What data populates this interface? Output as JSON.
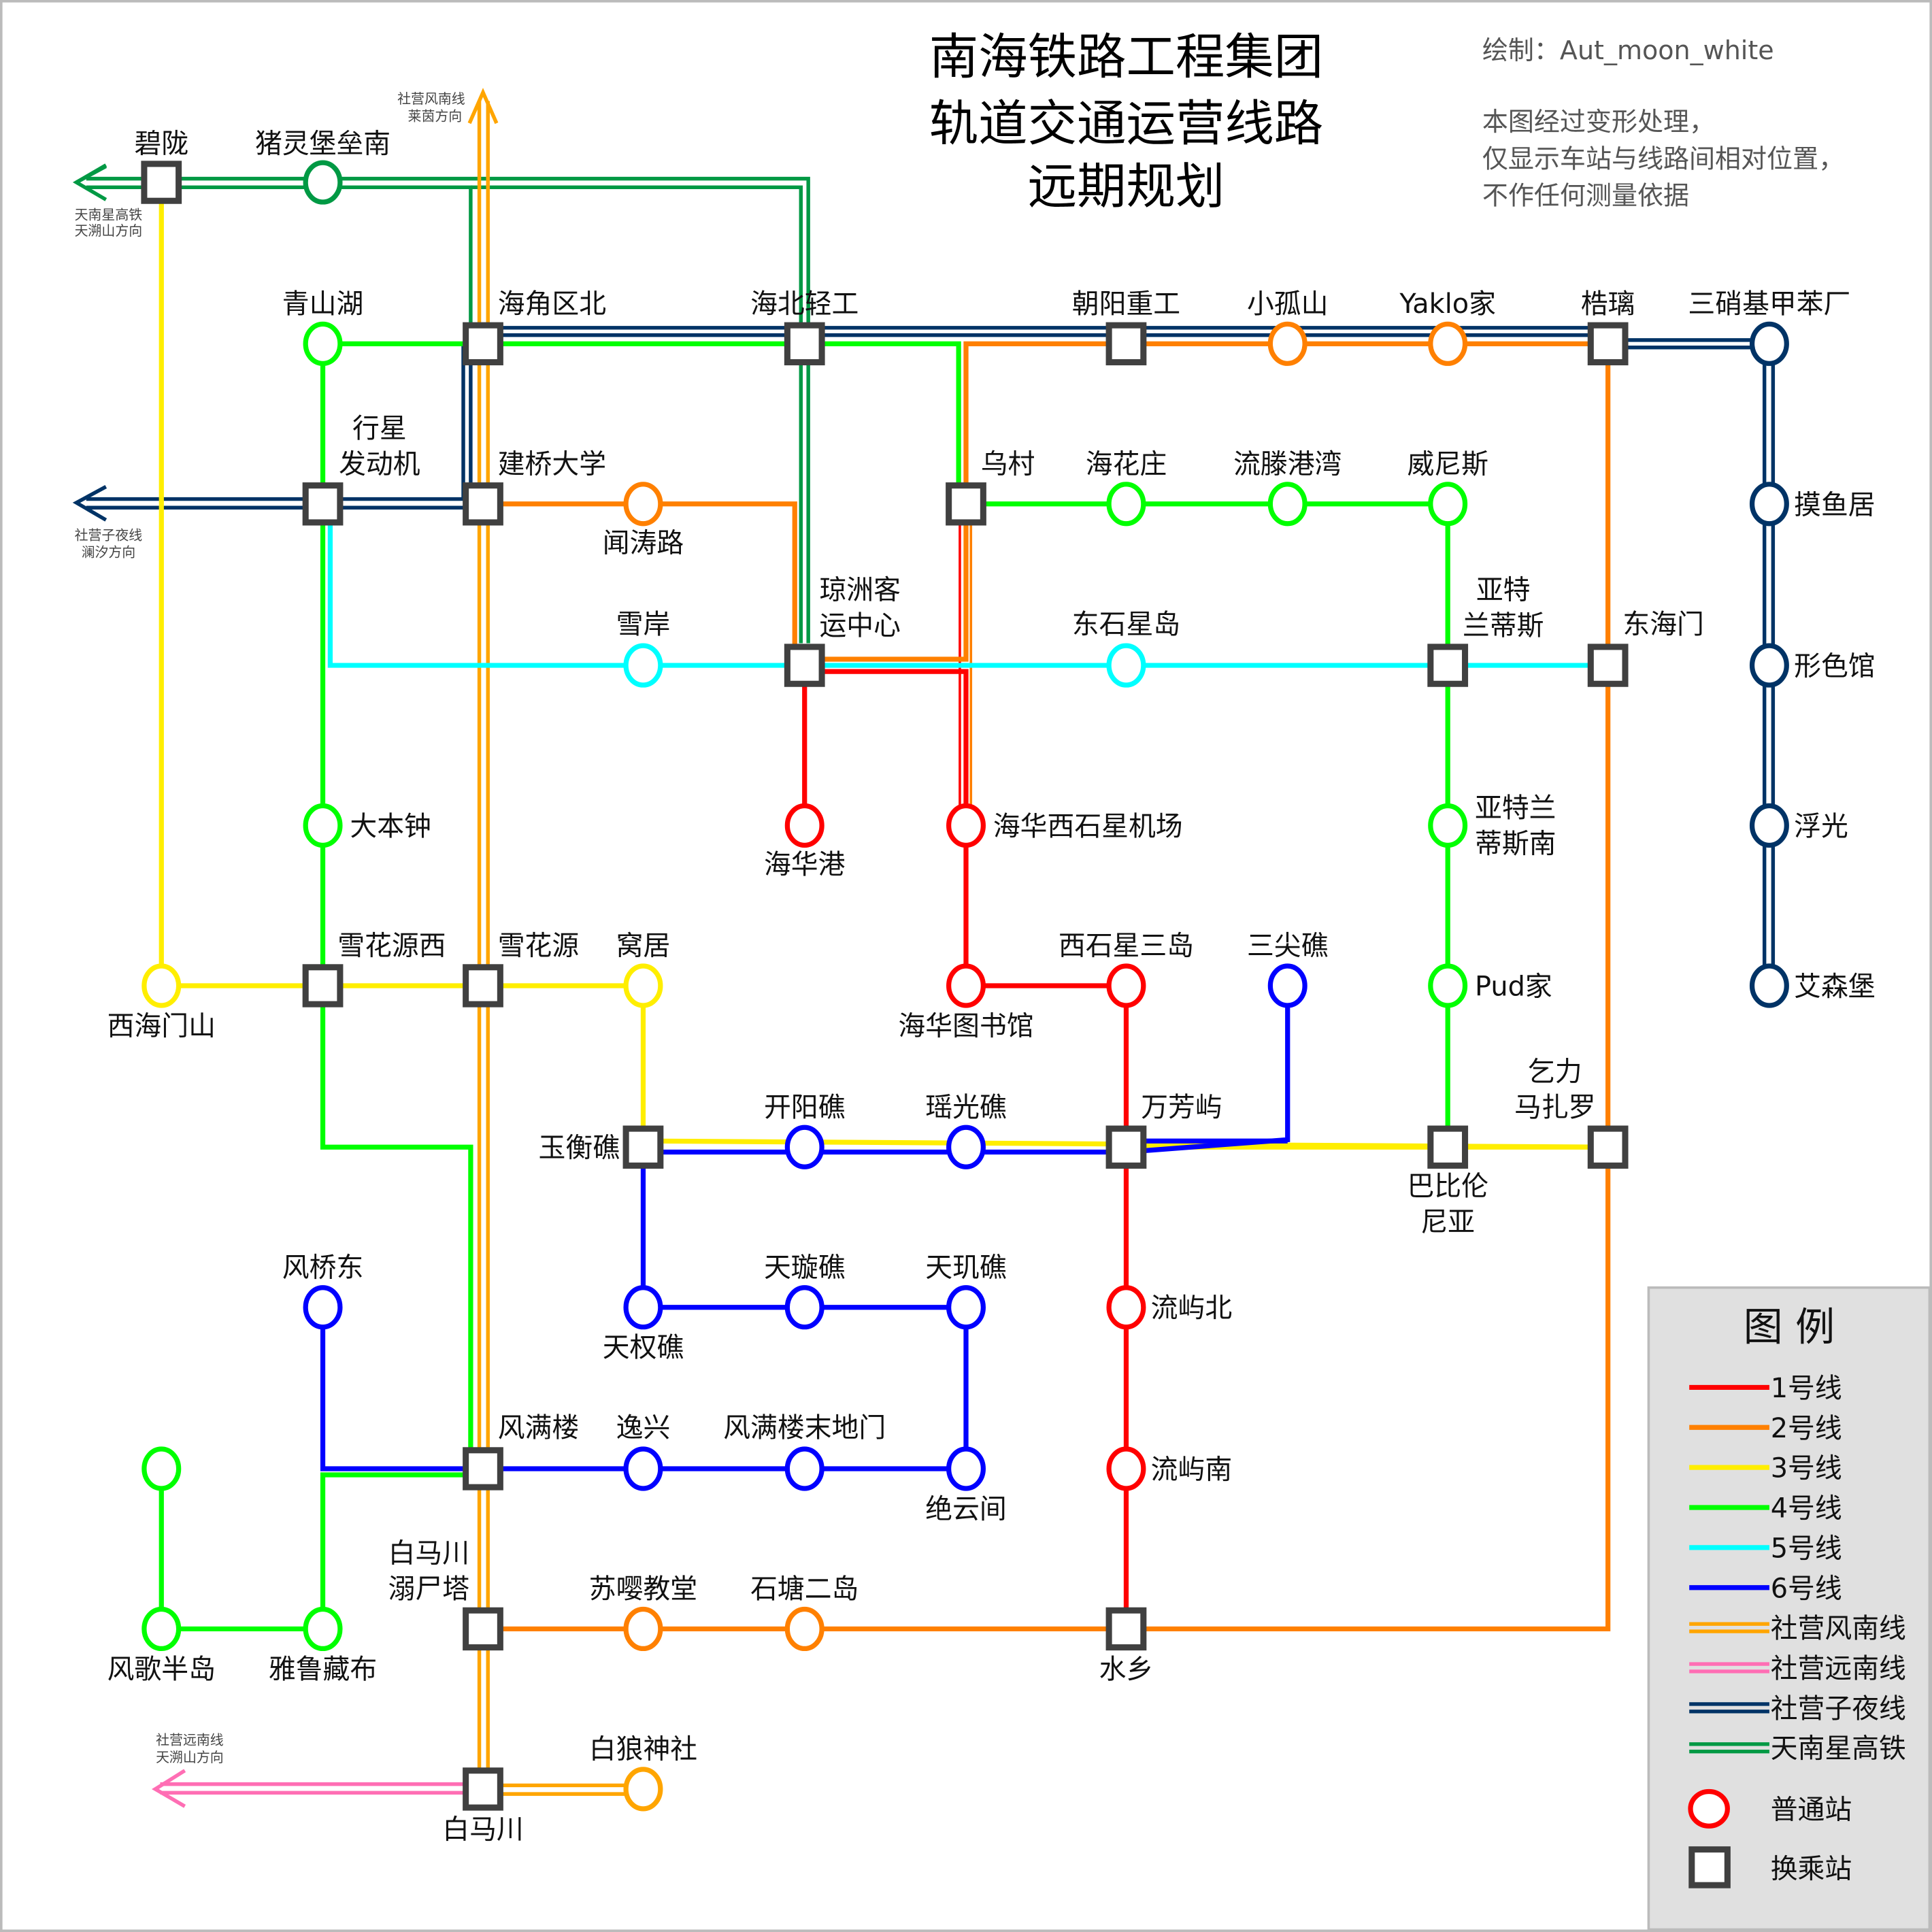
{
  "header": {
    "title_lines": [
      "南海铁路工程集团",
      "轨道交通运营线路",
      "远期规划"
    ],
    "author": "绘制：Aut_moon_white",
    "notes": [
      "本图经过变形处理，",
      "仅显示车站与线路间相对位置，",
      "不作任何测量依据"
    ]
  },
  "directions": {
    "tiannan": [
      "天南星高铁",
      "天溯山方向"
    ],
    "ziye": [
      "社营子夜线",
      "澜汐方向"
    ],
    "fengnan": [
      "社营风南线",
      "莱茵方向"
    ],
    "yuannan": [
      "社营远南线",
      "天溯山方向"
    ]
  },
  "colors": {
    "line1": "#ff0000",
    "line2": "#ff8000",
    "line3": "#ffee00",
    "line4": "#00ff00",
    "line5": "#00ffff",
    "line6": "#0000ff",
    "fengnan": "#ffa500",
    "yuannan": "#ff6eb4",
    "ziye": "#003366",
    "tiannan": "#009944",
    "interchange": "#404040",
    "legend_bg": "#e0e0e0"
  },
  "stations": {
    "bilong": "碧陇",
    "zhulingbaolei": "猪灵堡垒南",
    "qingshanhu": "青山湖",
    "haijiaoqubei": "海角区北",
    "haibeiqinggong": "海北轻工",
    "chaoyangzhonggong": "朝阳重工",
    "xiaogushan": "小孤山",
    "yaklojia": "Yaklo家",
    "haoli": "梏璃",
    "sanxiao": "三硝基甲苯厂",
    "xingxing": [
      "行星",
      "发动机"
    ],
    "jianqiao": "建桥大学",
    "wentao": "闻涛路",
    "wucun": "乌村",
    "haihuazhuang": "海花庄",
    "liutenggang": "流滕港湾",
    "weinisi": "威尼斯",
    "moyuju": "摸鱼居",
    "xuean": "雪岸",
    "qiongzhou": [
      "琼洲客",
      "运中心"
    ],
    "dongshixingdao": "东石星岛",
    "yatelandisi": [
      "亚特",
      "兰蒂斯"
    ],
    "donghaimen": "东海门",
    "xingseguan": "形色馆",
    "dabenzhong": "大本钟",
    "haihuagang": "海华港",
    "haihuajichang": "海华西石星机场",
    "yatenan": [
      "亚特兰",
      "蒂斯南"
    ],
    "fuguang": "浮光",
    "xihaimenshan": "西海门山",
    "xuehuayuanxi": "雪花源西",
    "xuehuayuan": "雪花源",
    "woju": "窝居",
    "haihuatushuguan": "海华图书馆",
    "xishixingsandao": "西石星三岛",
    "sanjianjiao": "三尖礁",
    "pudjia": "Pud家",
    "aisenbao": "艾森堡",
    "yuhengjiao": "玉衡礁",
    "kaiyangjiao": "开阳礁",
    "yaoguangjiao": "瑶光礁",
    "wanfangyu": "万芳屿",
    "babilunniya": [
      "巴比伦",
      "尼亚"
    ],
    "qilimazhaluo": [
      "乞力",
      "马扎罗"
    ],
    "fengqiaodong": "风桥东",
    "tianquanjiao": "天权礁",
    "tianxuanjiao": "天璇礁",
    "tianjijiao": "天玑礁",
    "liuyubei": "流屿北",
    "fengmanlou": "风满楼",
    "yixing": "逸兴",
    "fengmanloumodimen": "风满楼末地门",
    "jueyunjian": "绝云间",
    "liuyunan": "流屿南",
    "baimachuan_nisita": [
      "白马川",
      "溺尸塔"
    ],
    "suyingjiaotang": "苏嘤教堂",
    "shitangerdao": "石塘二岛",
    "shuixiang": "水乡",
    "fenggebandao": "风歌半岛",
    "yalucangbu": "雅鲁藏布",
    "bailangshenshe": "白狼神社",
    "baimachuan": "白马川"
  },
  "legend": {
    "title": "图  例",
    "lines": [
      {
        "label": "1号线",
        "color": "#ff0000",
        "double": false
      },
      {
        "label": "2号线",
        "color": "#ff8000",
        "double": false
      },
      {
        "label": "3号线",
        "color": "#ffee00",
        "double": false
      },
      {
        "label": "4号线",
        "color": "#00ff00",
        "double": false
      },
      {
        "label": "5号线",
        "color": "#00ffff",
        "double": false
      },
      {
        "label": "6号线",
        "color": "#0000ff",
        "double": false
      },
      {
        "label": "社营风南线",
        "color": "#ffa500",
        "double": true
      },
      {
        "label": "社营远南线",
        "color": "#ff6eb4",
        "double": true
      },
      {
        "label": "社营子夜线",
        "color": "#003366",
        "double": true
      },
      {
        "label": "天南星高铁",
        "color": "#009944",
        "double": true
      }
    ],
    "normal_station": "普通站",
    "interchange_station": "换乘站"
  }
}
